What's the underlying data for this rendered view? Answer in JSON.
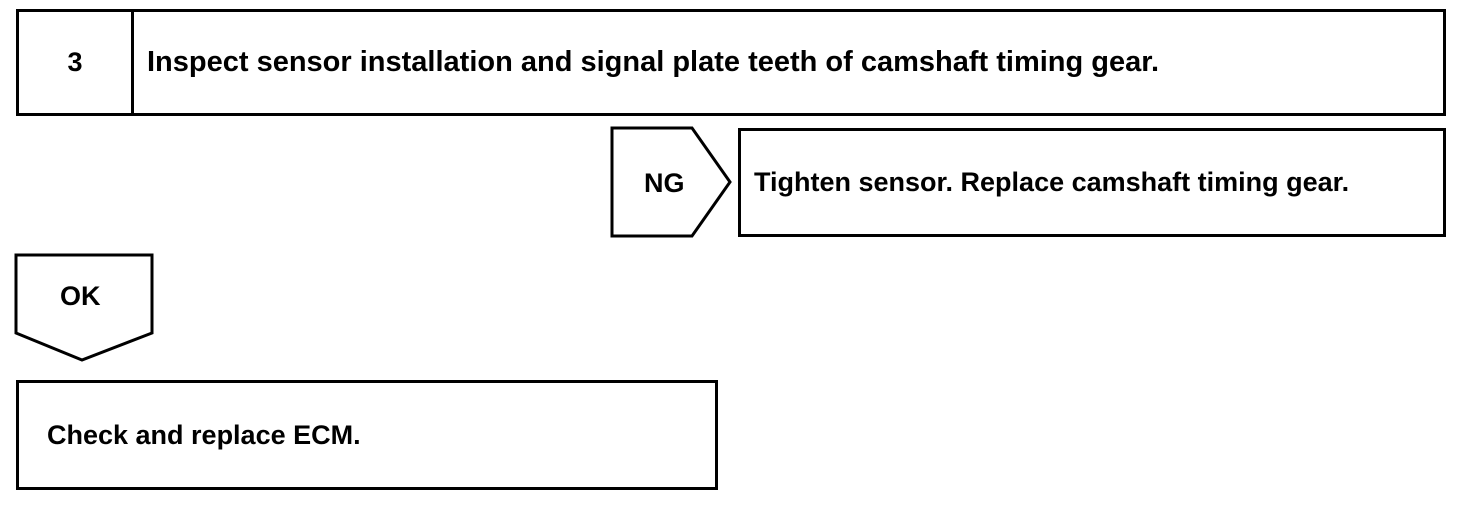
{
  "step": {
    "number": "3",
    "title": "Inspect sensor installation and signal plate teeth of camshaft timing gear."
  },
  "ng_branch": {
    "label": "NG",
    "action": "Tighten sensor. Replace camshaft timing gear."
  },
  "ok_branch": {
    "label": "OK",
    "action": "Check and replace ECM."
  }
}
